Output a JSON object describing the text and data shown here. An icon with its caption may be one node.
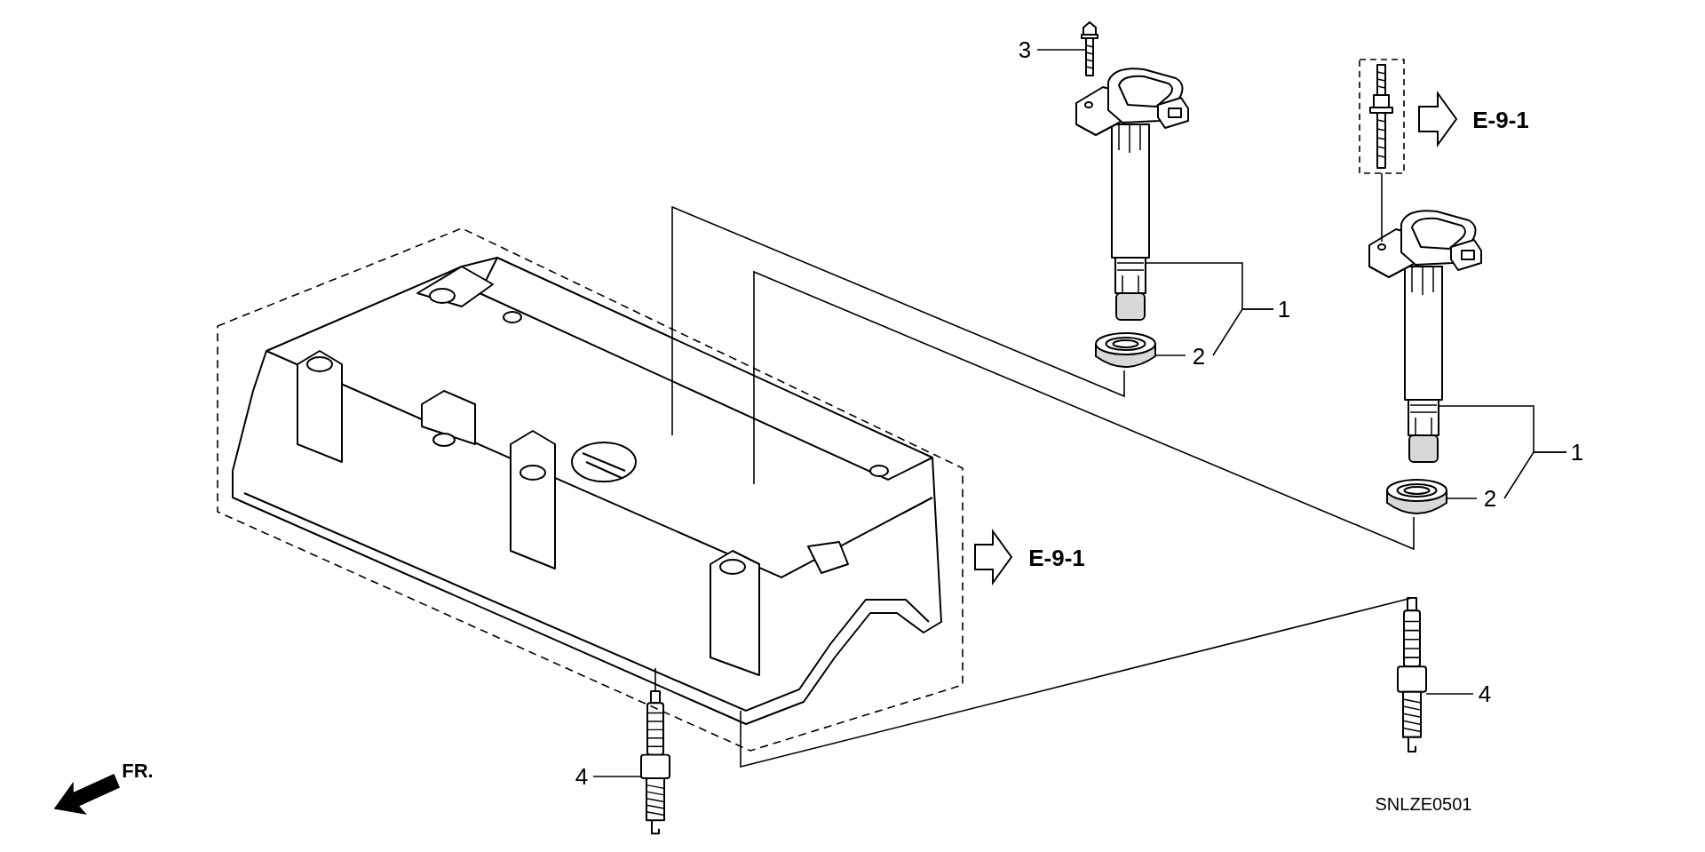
{
  "diagram": {
    "nodes": [
      {
        "text": [
          "3"
        ]
      },
      {
        "text": [],
        "shape": "picture"
      },
      {
        "text": [],
        "shape": "picture"
      },
      {
        "text": [
          "1"
        ]
      },
      {
        "text": [],
        "shape": "picture"
      },
      {
        "text": [
          "2"
        ]
      },
      {
        "text": [],
        "shape": "picture"
      },
      {
        "text": [
          "1"
        ]
      },
      {
        "text": [],
        "shape": "picture"
      },
      {
        "text": [
          "2"
        ]
      },
      {
        "text": [],
        "shape": "picture"
      },
      {
        "text": [
          "4"
        ]
      },
      {
        "text": [],
        "shape": "picture"
      },
      {
        "text": [
          "4"
        ]
      },
      {
        "text": [],
        "shape": "picture"
      },
      {
        "text": [],
        "shape": "picture"
      }
    ],
    "edges": [
      {
        "from": 0,
        "to": 1,
        "arrow": "none"
      },
      {
        "from": 3,
        "to": 2,
        "arrow": "none"
      },
      {
        "from": 5,
        "to": 4,
        "arrow": "none"
      },
      {
        "from": 7,
        "to": 6,
        "arrow": "none"
      },
      {
        "from": 9,
        "to": 8,
        "arrow": "none"
      },
      {
        "from": 11,
        "to": 10,
        "arrow": "none"
      },
      {
        "from": 13,
        "to": 12,
        "arrow": "none"
      },
      {
        "from": 14,
        "to": 4,
        "arrow": "none"
      },
      {
        "from": 14,
        "to": 8,
        "arrow": "none"
      },
      {
        "from": 14,
        "to": 10,
        "arrow": "none"
      },
      {
        "from": 14,
        "to": 12,
        "arrow": "none"
      },
      {
        "from": 15,
        "to": 6,
        "arrow": "none"
      },
      {
        "from": 3,
        "to": 5,
        "arrow": "none"
      },
      {
        "from": 7,
        "to": 9,
        "arrow": "none"
      },
      {
        "from": 15,
        "to": null,
        "arrow": "to"
      },
      {
        "from": 14,
        "to": null,
        "arrow": "to"
      }
    ],
    "labels": [
      "E-9-1",
      "E-9-1",
      "FR.",
      "SNLZE0501"
    ]
  }
}
